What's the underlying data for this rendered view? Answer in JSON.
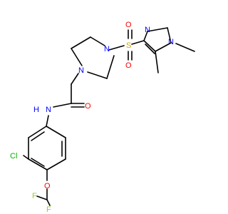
{
  "molecule": {
    "atoms": {
      "n_pyrazole_a": "N",
      "n_pyrazole_b": "N",
      "s_sulfonyl": "S",
      "o_sulfonyl_top": "O",
      "o_sulfonyl_bottom": "O",
      "n_piperazine_top": "N",
      "n_piperazine_bottom": "N",
      "o_carbonyl": "O",
      "n_amide": "N",
      "h_amide": "H",
      "cl": "Cl",
      "o_ether": "O",
      "f_top": "F",
      "f_bottom": "F"
    }
  },
  "colors": {
    "bond": "#000000",
    "nitrogen": "#0000ff",
    "oxygen": "#ff0000",
    "sulfur": "#c8a800",
    "chlorine": "#00b000",
    "fluorine": "#9acd32",
    "carbon": "#000000"
  }
}
